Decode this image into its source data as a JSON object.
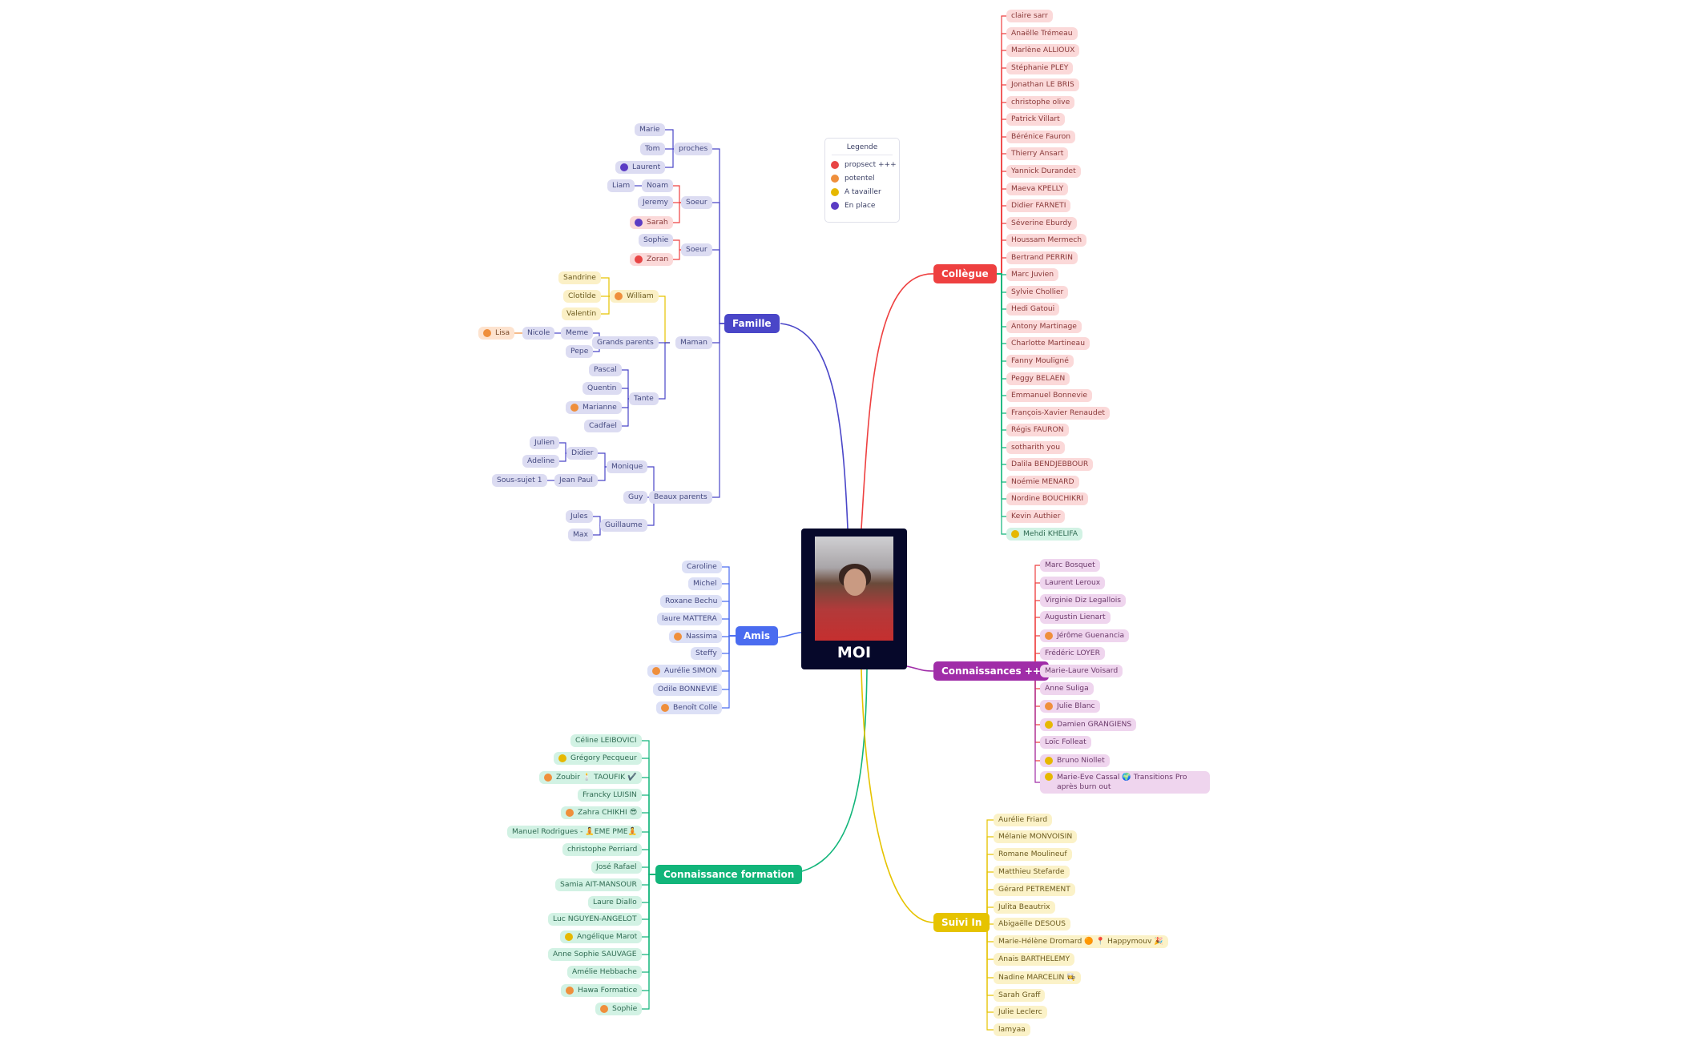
{
  "center": {
    "label": "MOI"
  },
  "legend": {
    "title": "Legende",
    "items": [
      {
        "label": "propsect +++",
        "color": "#e84545"
      },
      {
        "label": "potentel",
        "color": "#ef8f3c"
      },
      {
        "label": "A tavailler",
        "color": "#e6b800"
      },
      {
        "label": "En place",
        "color": "#5b3cc4"
      }
    ]
  },
  "branches": [
    {
      "label": "Famille",
      "color": "#4a46c8"
    },
    {
      "label": "Amis",
      "color": "#4a6cf0"
    },
    {
      "label": "Connaissance formation",
      "color": "#12b57a"
    },
    {
      "label": "Collègue",
      "color": "#ee4040"
    },
    {
      "label": "Connaissances ++",
      "color": "#a02da8"
    },
    {
      "label": "Suivi In",
      "color": "#e6c300"
    }
  ],
  "famille": {
    "groups": [
      "proches",
      "Soeur",
      "Soeur",
      "Maman",
      "Beaux parents"
    ],
    "proches": [
      "Marie",
      "Tom",
      "Laurent"
    ],
    "soeur1": [
      "Noam",
      "Jeremy",
      "Sarah"
    ],
    "noam_child": "Liam",
    "soeur2": [
      "Sophie",
      "Zoran"
    ],
    "maman": [
      "William",
      "Grands parents",
      "Tante"
    ],
    "william": [
      "Sandrine",
      "Clotilde",
      "Valentin"
    ],
    "grands_parents": [
      "Meme",
      "Pepe"
    ],
    "meme_child": "Nicole",
    "nicole_child": "Lisa",
    "tante": [
      "Pascal",
      "Quentin",
      "Marianne",
      "Cadfael"
    ],
    "beaux_parents": [
      "Monique",
      "Guy",
      "Guillaume"
    ],
    "monique": [
      "Didier",
      "Jean Paul"
    ],
    "didier": [
      "Julien",
      "Adeline"
    ],
    "jean_paul_child": "Sous-sujet 1",
    "guillaume": [
      "Jules",
      "Max"
    ]
  },
  "amis": [
    "Caroline",
    "Michel",
    "Roxane Bechu",
    "laure MATTERA",
    "Nassima",
    "Steffy",
    "Aurélie SIMON",
    "Odile BONNEVIE",
    "Benoît Colle"
  ],
  "formation": [
    "Céline LEIBOVICI",
    "Grégory Pecqueur",
    "Zoubir 🕯️ TAOUFIK ✔️",
    "Francky LUISIN",
    "Zahra CHIKHI 😎",
    "Manuel Rodrigues - 🧘EME PME🧘",
    "christophe Perriard",
    "José Rafael",
    "Samia AIT-MANSOUR",
    "Laure Diallo",
    "Luc NGUYEN-ANGELOT",
    "Angélique Marot",
    "Anne Sophie SAUVAGE",
    "Amélie Hebbache",
    "Hawa Formatice",
    "Sophie"
  ],
  "collegue": [
    "claire sarr",
    "Anaëlle Trémeau",
    "Marlène ALLIOUX",
    "Stéphanie PLEY",
    "Jonathan LE BRIS",
    "christophe olive",
    "Patrick Villart",
    "Bérénice Fauron",
    "Thierry Ansart",
    "Yannick Durandet",
    "Maeva KPELLY",
    "Didier FARNETI",
    "Séverine Eburdy",
    "Houssam Mermech",
    "Bertrand PERRIN",
    "Marc Juvien",
    "Sylvie Chollier",
    "Hedi Gatoui",
    "Antony Martinage",
    "Charlotte Martineau",
    "Fanny Mouligné",
    "Peggy BELAEN",
    "Emmanuel Bonnevie",
    "François-Xavier Renaudet",
    "Régis FAURON",
    "sotharith you",
    "Dalila BENDJEBBOUR",
    "Noémie MENARD",
    "Nordine BOUCHIKRI",
    "Kevin Authier",
    "Mehdi KHELIFA"
  ],
  "connaissances": [
    "Marc Bosquet",
    "Laurent Leroux",
    "Virginie Diz Legallois",
    "Augustin Lienart",
    "Jérôme Guenancia",
    "Frédéric LOYER",
    "Marie-Laure Voisard",
    "Anne Suliga",
    "Julie Blanc",
    "Damien GRANGIENS",
    "Loïc Folleat",
    "Bruno Niollet",
    "Marie-Eve Cassal 🌍 Transitions Pro après burn out"
  ],
  "suivi": [
    "Aurélie Friard",
    "Mélanie MONVOISIN",
    "Romane Moulineuf",
    "Matthieu Stefarde",
    "Gérard PETREMENT",
    "Julita Beautrix",
    "Abigaëlle DESOUS",
    "Marie-Hélène Dromard 🟠 📍 Happymouv 🎉",
    "Anais BARTHELEMY",
    "Nadine MARCELIN 👩‍🍳",
    "Sarah Graff",
    "Julie Leclerc",
    "lamyaa"
  ]
}
